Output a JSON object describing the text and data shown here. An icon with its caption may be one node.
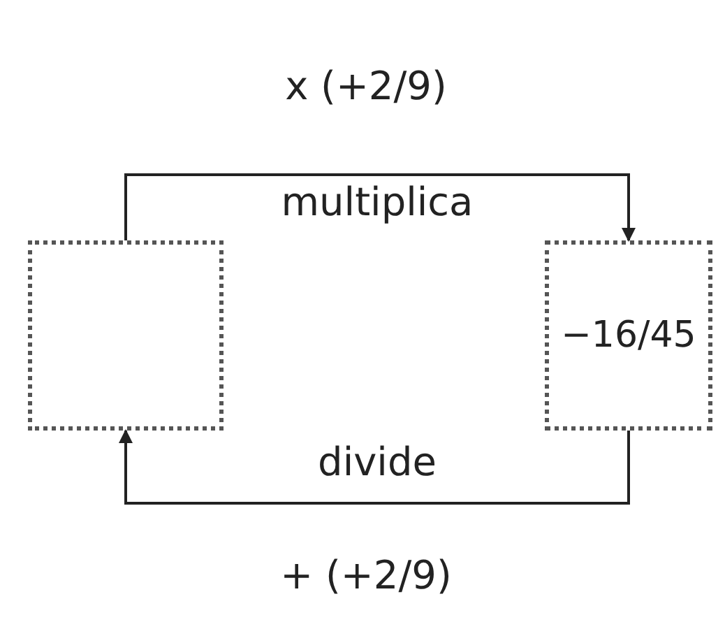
{
  "diagram": {
    "nodes": [
      {
        "text": [],
        "shape": "box"
      },
      {
        "text": [
          "−16/45"
        ]
      }
    ],
    "edges": [
      {
        "from": 0,
        "to": 1,
        "arrow": "to",
        "label": "multiplica"
      },
      {
        "from": 1,
        "to": 0,
        "arrow": "to",
        "label": "divide"
      }
    ],
    "labels": [
      "x (+2/9)",
      "+ (+2/9)"
    ]
  }
}
